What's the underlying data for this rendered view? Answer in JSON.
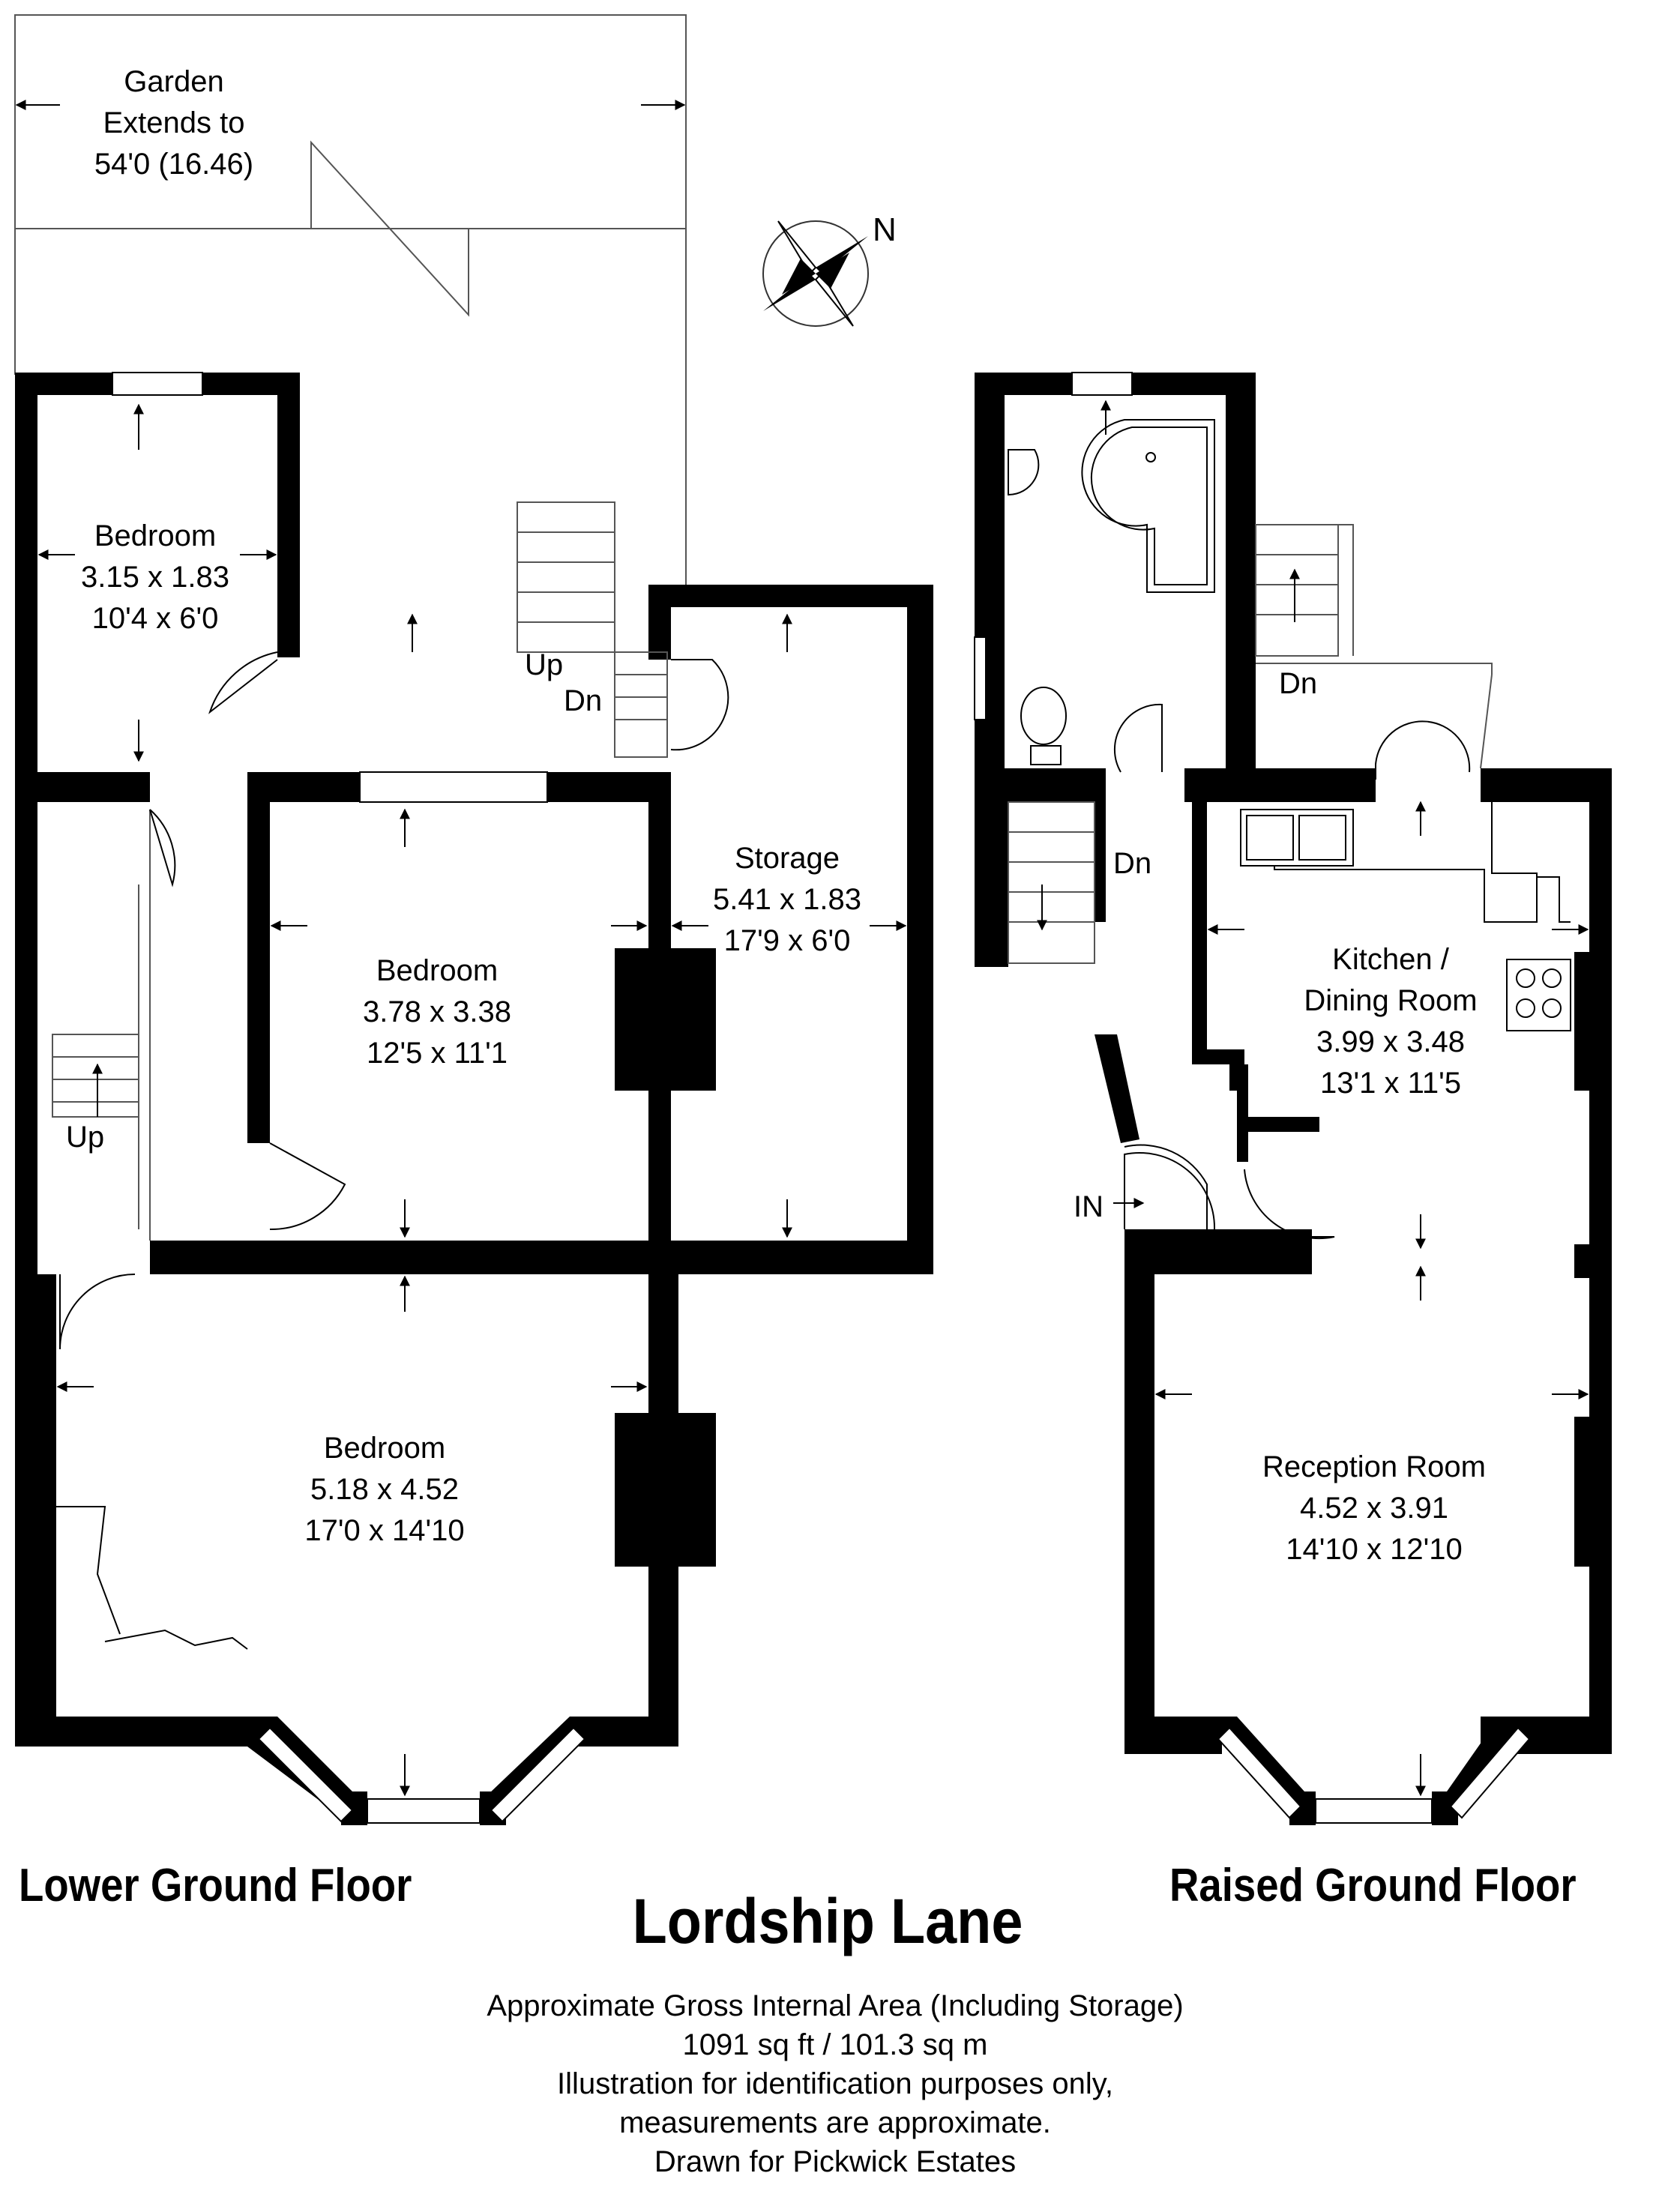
{
  "title": "Lordship Lane",
  "floors": {
    "lower": "Lower Ground Floor",
    "raised": "Raised Ground Floor"
  },
  "garden": {
    "line1": "Garden",
    "line2": "Extends to",
    "line3": "54'0 (16.46)"
  },
  "compass": {
    "label": "N"
  },
  "rooms": {
    "lg_bedroom_small": {
      "name": "Bedroom",
      "metric": "3.15 x 1.83",
      "imperial": "10'4 x 6'0"
    },
    "lg_bedroom_mid": {
      "name": "Bedroom",
      "metric": "3.78 x 3.38",
      "imperial": "12'5 x 11'1"
    },
    "lg_storage": {
      "name": "Storage",
      "metric": "5.41 x 1.83",
      "imperial": "17'9 x 6'0"
    },
    "lg_bedroom_large": {
      "name": "Bedroom",
      "metric": "5.18 x 4.52",
      "imperial": "17'0 x 14'10"
    },
    "rg_kitchen": {
      "name1": "Kitchen /",
      "name2": "Dining Room",
      "metric": "3.99 x 3.48",
      "imperial": "13'1 x 11'5"
    },
    "rg_reception": {
      "name": "Reception Room",
      "metric": "4.52 x 3.91",
      "imperial": "14'10 x 12'10"
    }
  },
  "stair_labels": {
    "up_top": "Up",
    "dn_top": "Dn",
    "up_left": "Up",
    "dn_bath": "Dn",
    "dn_stair": "Dn",
    "entrance": "IN"
  },
  "footer": {
    "line1": "Approximate Gross Internal Area (Including Storage)",
    "line2": "1091 sq ft / 101.3 sq m",
    "line3": "Illustration for identification purposes only,",
    "line4": "measurements are approximate.",
    "line5": "Drawn for Pickwick Estates"
  }
}
